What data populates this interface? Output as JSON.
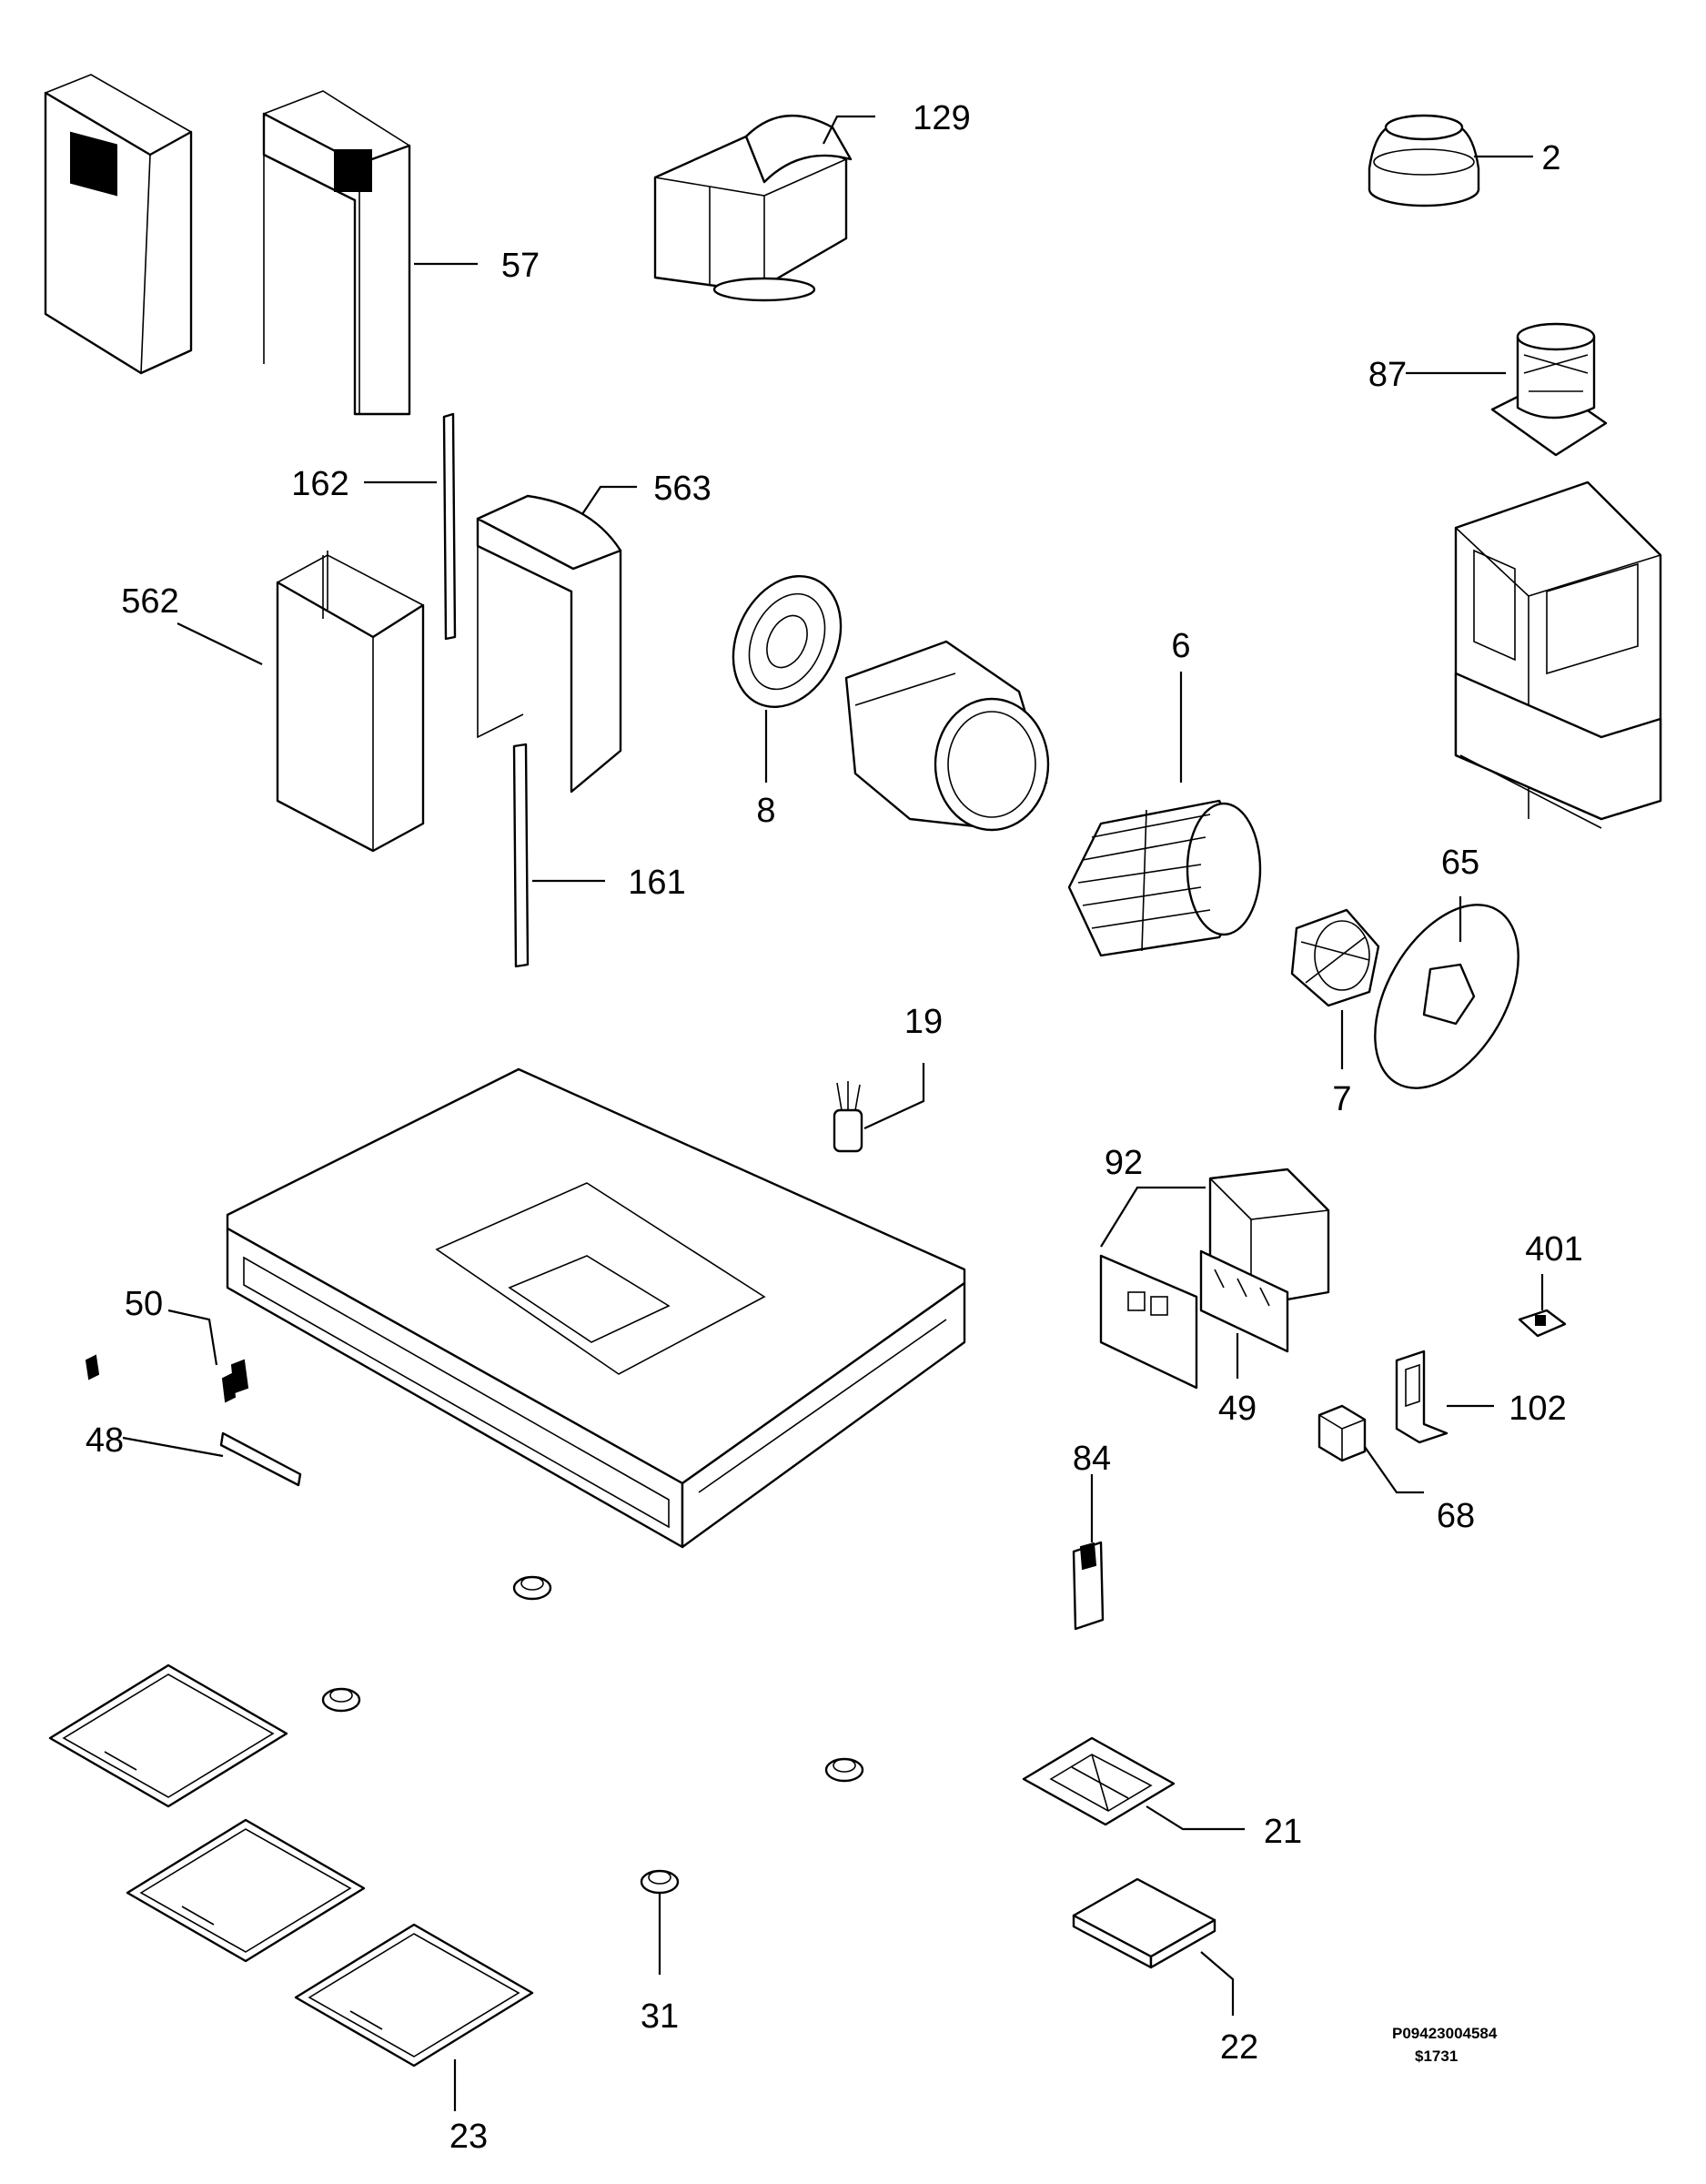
{
  "diagram": {
    "callouts": [
      {
        "id": "129",
        "label": "129"
      },
      {
        "id": "2",
        "label": "2"
      },
      {
        "id": "57",
        "label": "57"
      },
      {
        "id": "87",
        "label": "87"
      },
      {
        "id": "162",
        "label": "162"
      },
      {
        "id": "563",
        "label": "563"
      },
      {
        "id": "562",
        "label": "562"
      },
      {
        "id": "6",
        "label": "6"
      },
      {
        "id": "8",
        "label": "8"
      },
      {
        "id": "161",
        "label": "161"
      },
      {
        "id": "65",
        "label": "65"
      },
      {
        "id": "19",
        "label": "19"
      },
      {
        "id": "7",
        "label": "7"
      },
      {
        "id": "92",
        "label": "92"
      },
      {
        "id": "401",
        "label": "401"
      },
      {
        "id": "50",
        "label": "50"
      },
      {
        "id": "49",
        "label": "49"
      },
      {
        "id": "102",
        "label": "102"
      },
      {
        "id": "48",
        "label": "48"
      },
      {
        "id": "84",
        "label": "84"
      },
      {
        "id": "68",
        "label": "68"
      },
      {
        "id": "21",
        "label": "21"
      },
      {
        "id": "31",
        "label": "31"
      },
      {
        "id": "22",
        "label": "22"
      },
      {
        "id": "23",
        "label": "23"
      }
    ],
    "drawing_code": "P09423004584",
    "sheet_code": "$1731"
  }
}
